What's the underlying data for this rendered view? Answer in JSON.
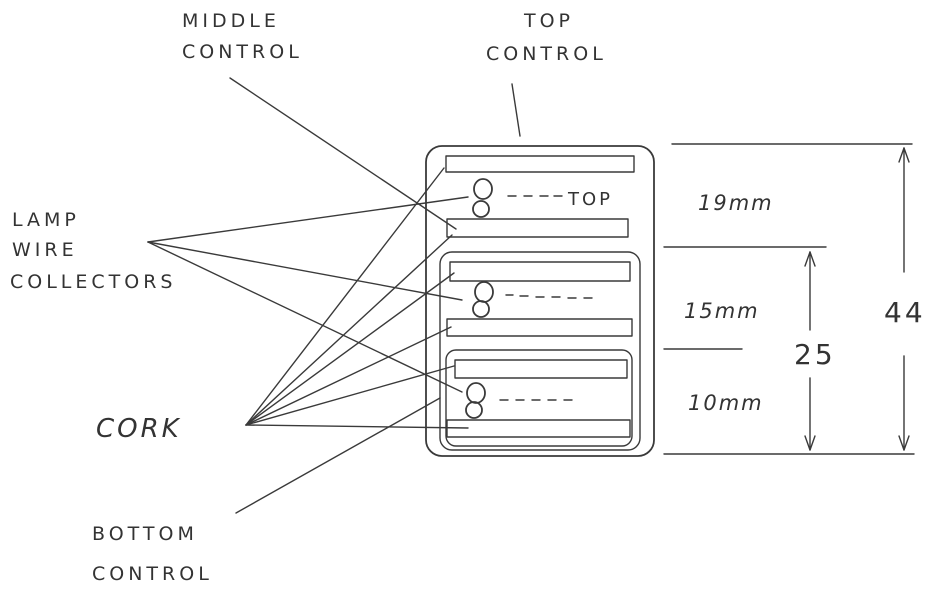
{
  "labels": {
    "middle_control": [
      "MIDDLE",
      "CONTROL"
    ],
    "top_control": [
      "TOP",
      "CONTROL"
    ],
    "lamp_wire_collectors": [
      "LAMP",
      "WIRE",
      "COLLECTORS"
    ],
    "cork": "CORK",
    "bottom_control": [
      "BOTTOM",
      "CONTROL"
    ],
    "top_marker": "TOP"
  },
  "dimensions": {
    "top_section": "19mm",
    "middle_section": "15mm",
    "bottom_section": "10mm",
    "inner_total": "25",
    "overall_total": "44"
  },
  "colors": {
    "ink": "#3a3a3a",
    "paper": "#ffffff"
  }
}
